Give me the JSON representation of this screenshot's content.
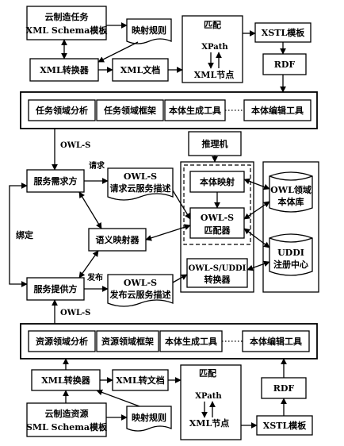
{
  "top": {
    "task_template_line1": "云制造任务",
    "task_template_line2": "XML Schema模板",
    "mapping_rules": "映射规则",
    "xml_converter": "XML转换器",
    "xml_document": "XML文档",
    "match_title": "匹配",
    "xpath": "XPath",
    "xml_node": "XML节点",
    "xstl_template": "XSTL模板",
    "rdf": "RDF"
  },
  "tools_top": {
    "items": [
      "任务领域分析",
      "任务领域框架",
      "本体生成工具",
      "本体编辑工具"
    ]
  },
  "middle": {
    "owl_s_upper": "OWL-S",
    "inference_engine": "推理机",
    "request_label": "请求",
    "service_requester": "服务需求方",
    "request_desc_line1": "OWL-S",
    "request_desc_line2": "请求云服务描述",
    "ontology_mapping": "本体映射",
    "owl_matcher_line1": "OWL-S",
    "owl_matcher_line2": "匹配器",
    "owl_domain_line1": "OWL领域",
    "owl_domain_line2": "本体库",
    "bind_label": "绑定",
    "semantic_mapper": "语义映射器",
    "uddi_line1": "UDDI",
    "uddi_line2": "注册中心",
    "publish_label": "发布",
    "owl_uddi_line1": "OWL-S/UDDI",
    "owl_uddi_line2": "转换器",
    "service_provider": "服务提供方",
    "publish_desc_line1": "OWL-S",
    "publish_desc_line2": "发布云服务描述",
    "owl_s_lower": "OWL-S"
  },
  "tools_bottom": {
    "items": [
      "资源领域分析",
      "资源领域框架",
      "本体生成工具",
      "本体编辑工具"
    ]
  },
  "bottom": {
    "xml_converter": "XML转换器",
    "xml_to_doc": "XML转文档",
    "match_title": "匹配",
    "xpath": "XPath",
    "xml_node": "XML节点",
    "rdf": "RDF",
    "resource_template_line1": "云制造资源",
    "resource_template_line2": "SML Schema模板",
    "mapping_rules": "映射规则",
    "xstl_template": "XSTL模板"
  }
}
